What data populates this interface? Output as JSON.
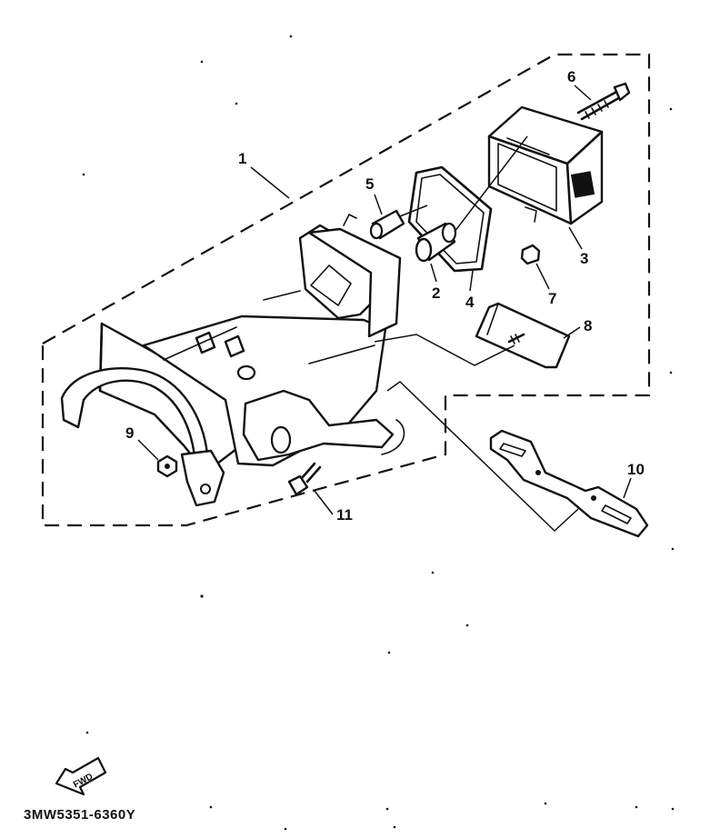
{
  "diagram": {
    "part_labels": [
      {
        "id": "1",
        "text": "1"
      },
      {
        "id": "2",
        "text": "2"
      },
      {
        "id": "3",
        "text": "3"
      },
      {
        "id": "4",
        "text": "4"
      },
      {
        "id": "5",
        "text": "5"
      },
      {
        "id": "6",
        "text": "6"
      },
      {
        "id": "7",
        "text": "7"
      },
      {
        "id": "8",
        "text": "8"
      },
      {
        "id": "9",
        "text": "9"
      },
      {
        "id": "10",
        "text": "10"
      },
      {
        "id": "11",
        "text": "11"
      }
    ],
    "fwd_arrow_text": "FWD",
    "drawing_code": "3MW5351-6360Y"
  }
}
